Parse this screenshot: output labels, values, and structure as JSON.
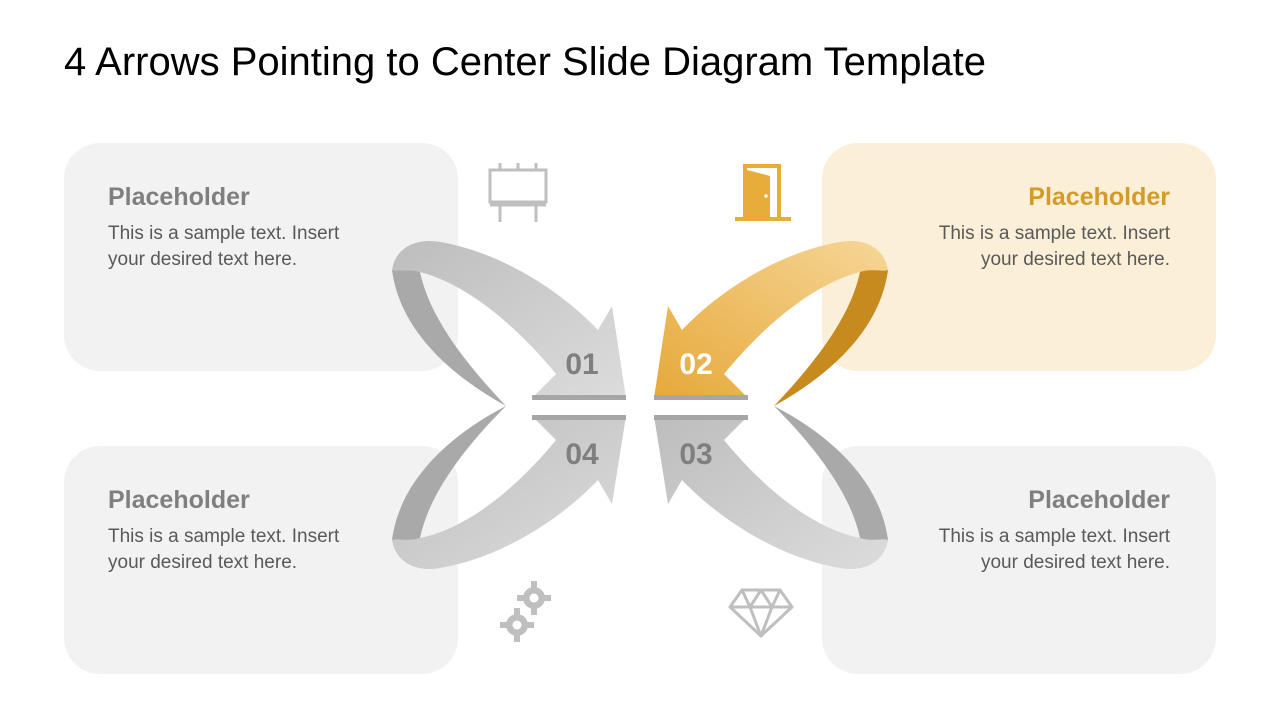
{
  "title": "4 Arrows Pointing to Center Slide Diagram Template",
  "colors": {
    "accent": "#e7ac3a",
    "accent_text": "#d49a2a",
    "grey": "#d0d0d0",
    "card_bg": "#f2f2f2",
    "card_active_bg": "#fbefd8"
  },
  "steps": [
    {
      "number": "01",
      "heading": "Placeholder",
      "body": "This is a sample text. Insert your desired text here.",
      "icon": "billboard-icon"
    },
    {
      "number": "02",
      "heading": "Placeholder",
      "body": "This is a sample text. Insert your desired text here.",
      "icon": "door-icon",
      "highlighted": true
    },
    {
      "number": "03",
      "heading": "Placeholder",
      "body": "This is a sample text. Insert your desired text here.",
      "icon": "diamond-icon"
    },
    {
      "number": "04",
      "heading": "Placeholder",
      "body": "This is a sample text. Insert your desired text here.",
      "icon": "gears-icon"
    }
  ]
}
